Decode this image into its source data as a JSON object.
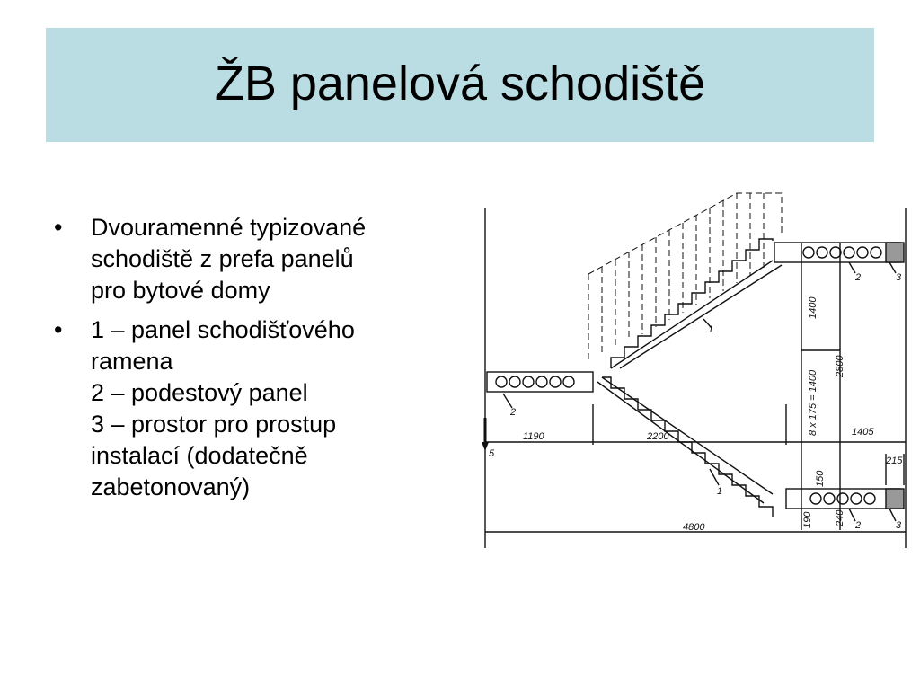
{
  "slide": {
    "title": "ŽB panelová schodiště",
    "bullets": [
      {
        "lines": [
          "Dvouramenné typizované",
          "schodiště z prefa panelů",
          "pro bytové domy"
        ]
      },
      {
        "lines": [
          "1 – panel schodišťového",
          "ramena",
          "2 – podestový panel",
          "3 – prostor pro prostup",
          "instalací (dodatečně",
          "zabetonovaný)"
        ]
      }
    ],
    "bullet_glyph": "•"
  },
  "drawing": {
    "dimensions": {
      "d1190": "1190",
      "d2200": "2200",
      "d1405": "1405",
      "d4800": "4800",
      "d1400": "1400",
      "d2800": "2800",
      "d8x175": "8 x 175 = 1400",
      "d215": "215",
      "d150": "150",
      "d190": "190",
      "d240": "240"
    },
    "labels": {
      "panel_upper": "1",
      "panel_lower": "1",
      "landing_upper": "2",
      "landing_left": "2",
      "landing_lower": "2",
      "shaft_upper": "3",
      "shaft_lower": "3",
      "level_mark": "5"
    }
  }
}
